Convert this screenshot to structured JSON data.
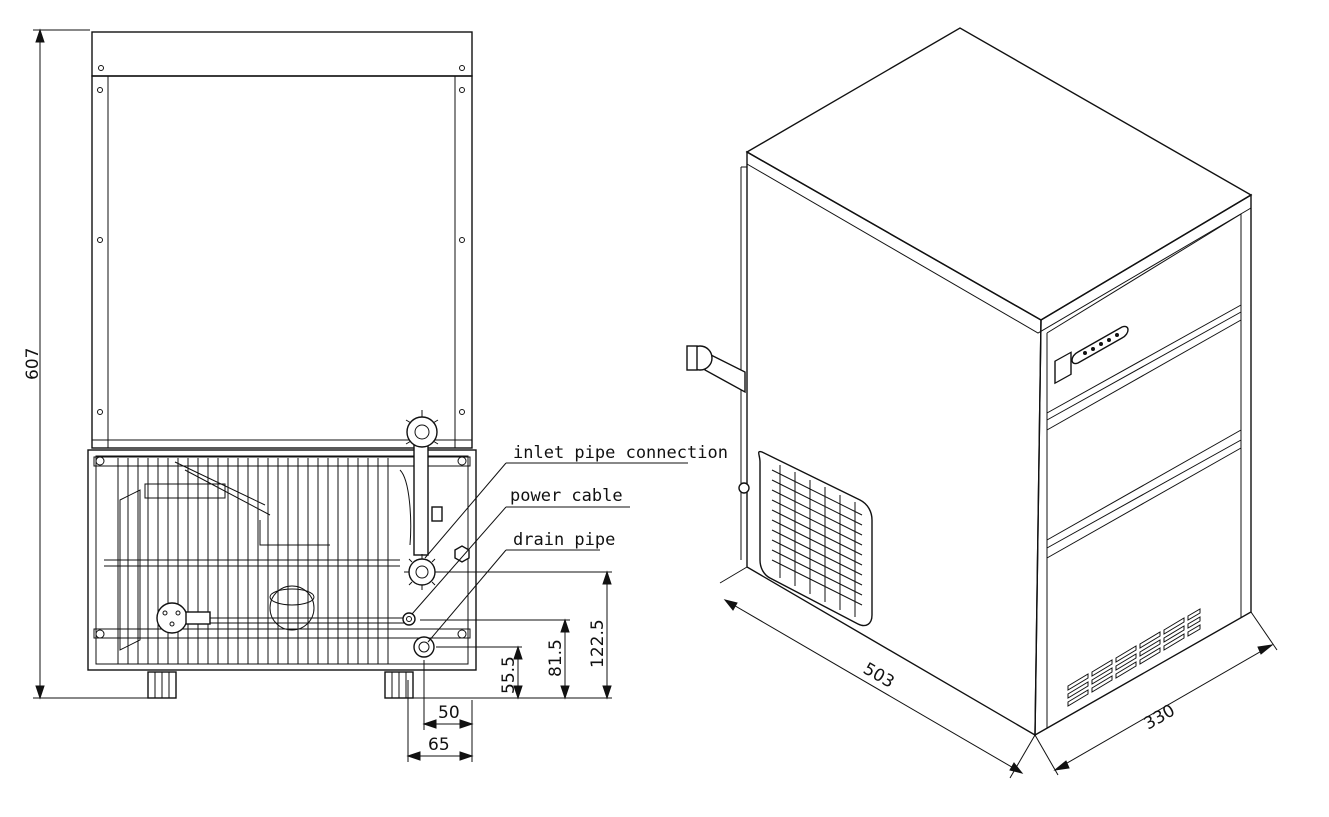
{
  "labels": {
    "inlet": "inlet pipe connection",
    "power": "power cable",
    "drain": "drain pipe"
  },
  "dimensions": {
    "height": "607",
    "d122": "122.5",
    "d81": "81.5",
    "d55": "55.5",
    "d50": "50",
    "d65": "65",
    "depth": "503",
    "width": "330"
  }
}
